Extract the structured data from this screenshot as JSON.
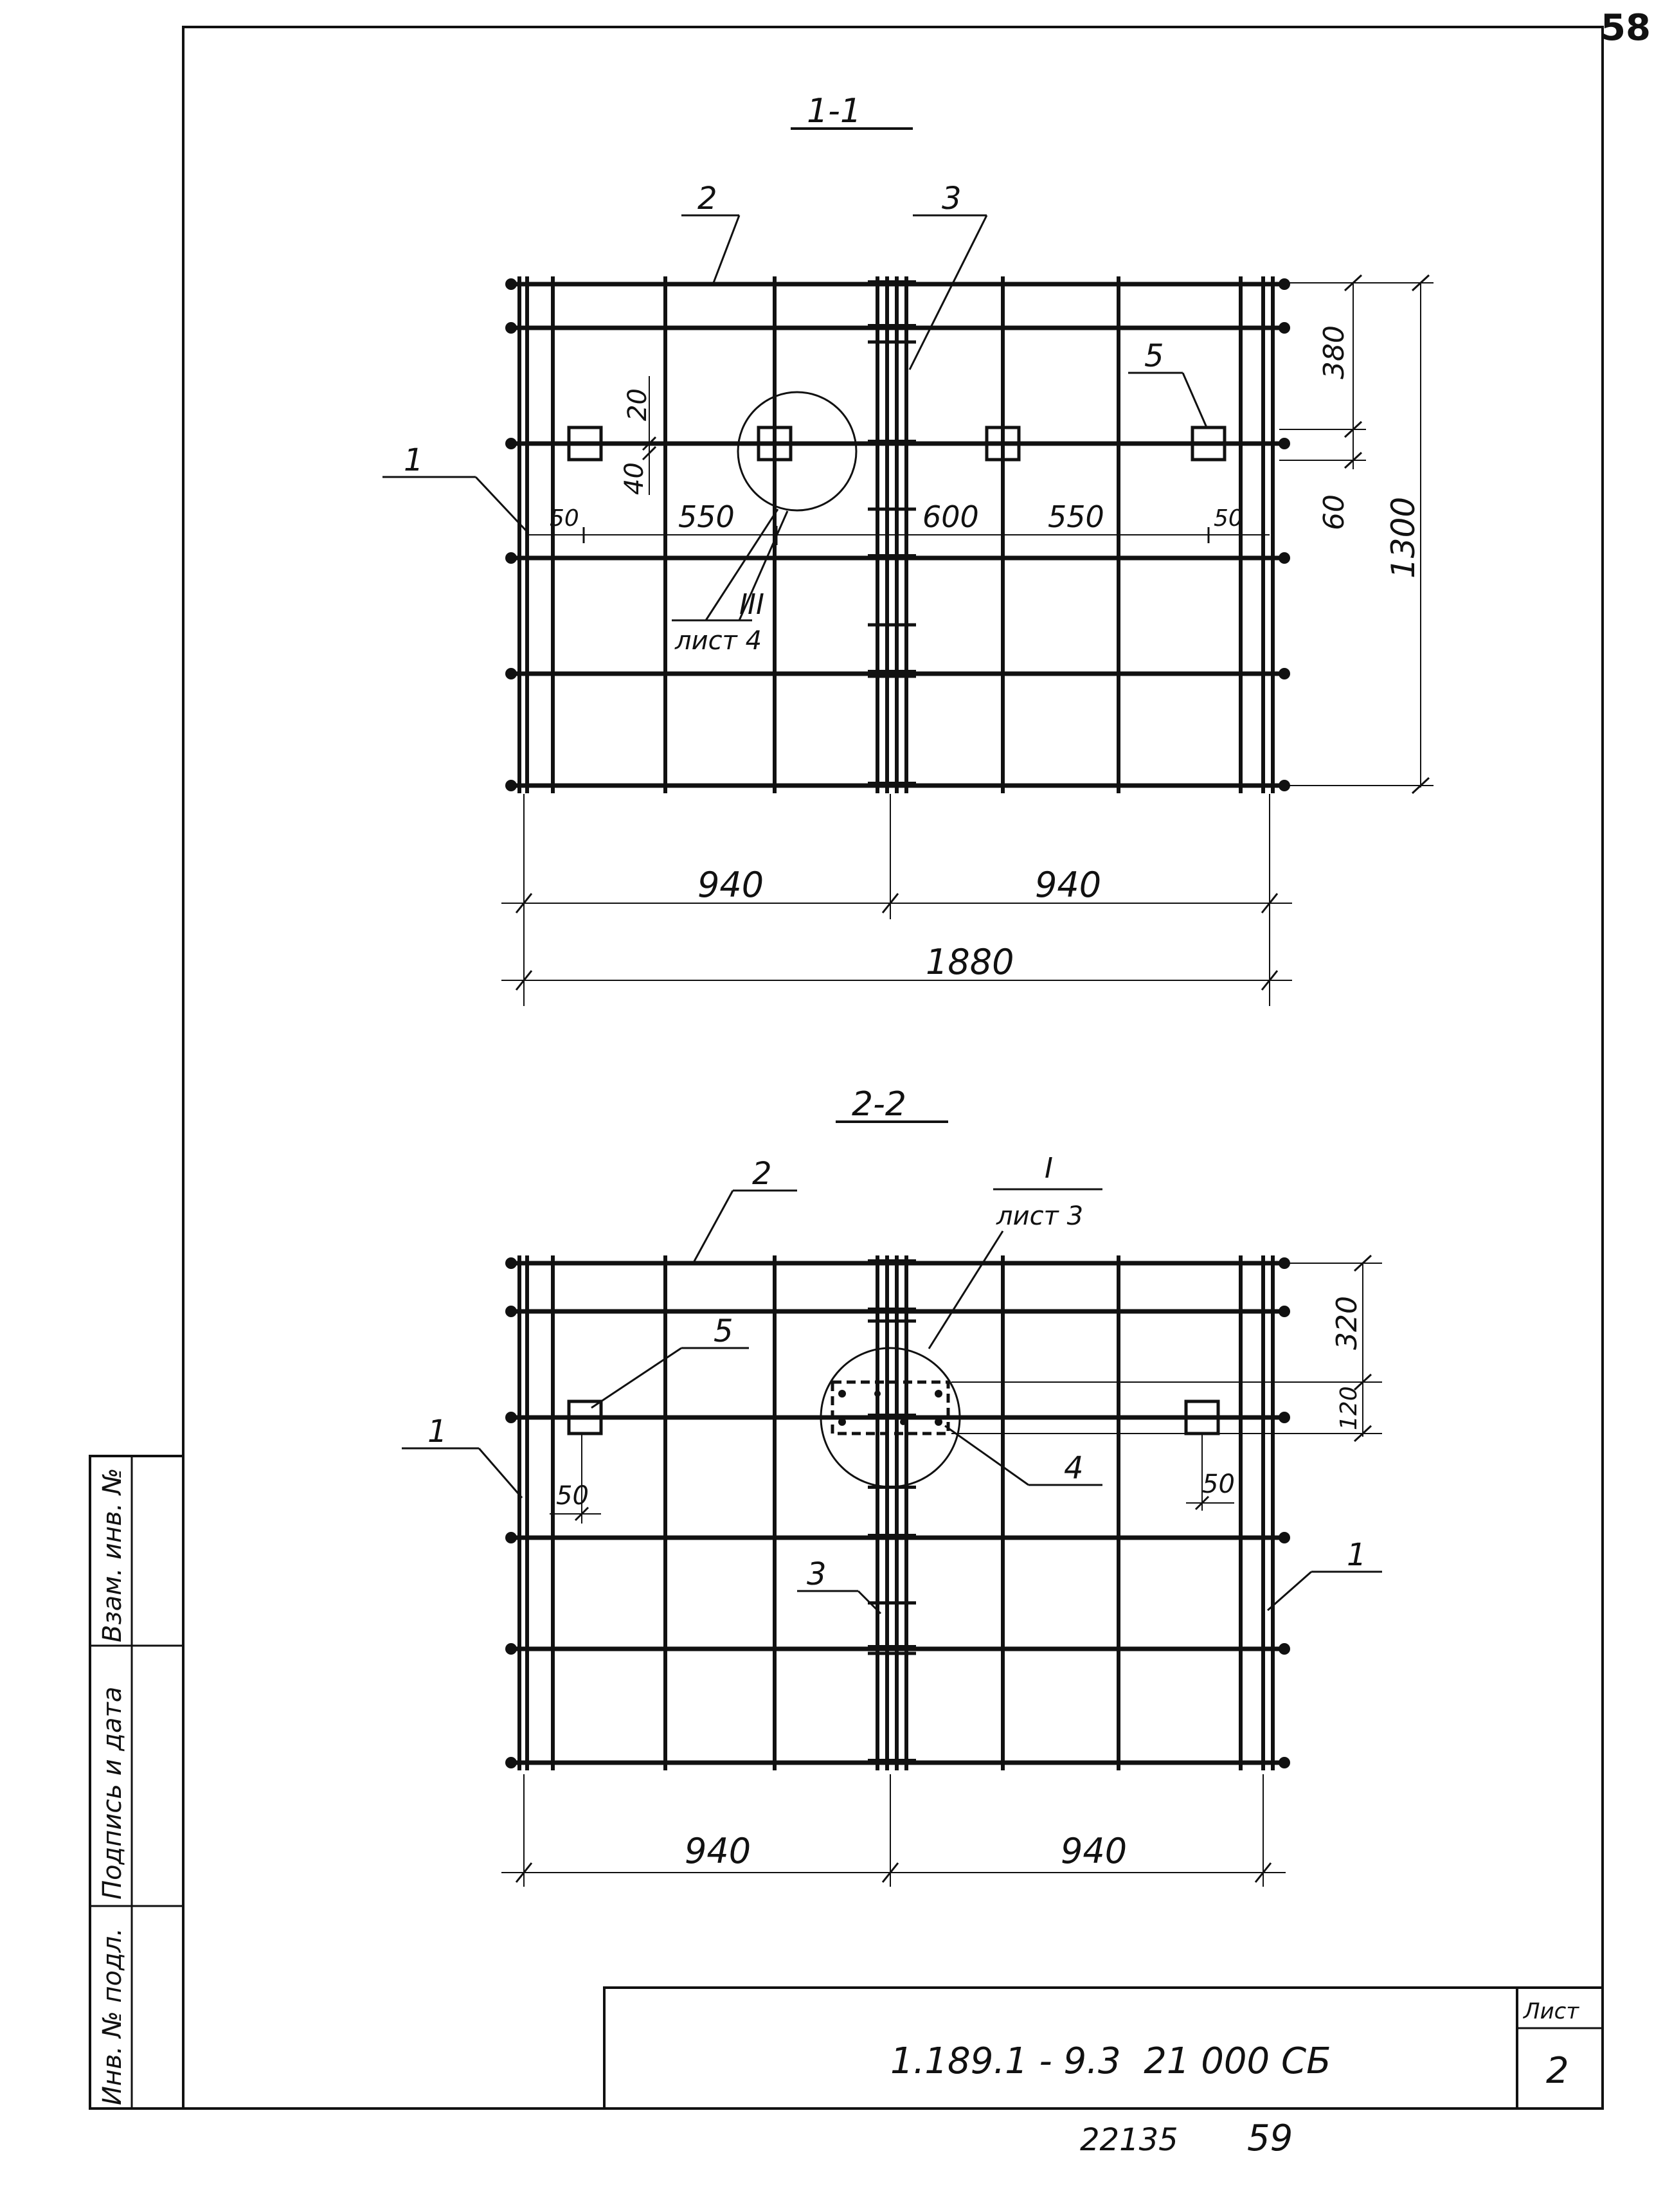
{
  "page_number": "58",
  "section_1": {
    "title": "1-1",
    "callouts": [
      "2",
      "3",
      "1",
      "5"
    ],
    "detail_mark": "III",
    "detail_sheet": "лист 4",
    "dims_h_inner": [
      "50",
      "550",
      "600",
      "550",
      "50"
    ],
    "dims_v_small": [
      "20",
      "40"
    ],
    "dims_v_right": [
      "380",
      "60"
    ],
    "dim_total_height": "1300",
    "dims_half": [
      "940",
      "940"
    ],
    "dim_total_width": "1880"
  },
  "section_2": {
    "title": "2-2",
    "callouts": [
      "2",
      "5",
      "1",
      "3",
      "4",
      "1"
    ],
    "detail_mark": "I",
    "detail_sheet": "лист 3",
    "dims_small": [
      "50",
      "50"
    ],
    "dims_v_right": [
      "320",
      "120"
    ],
    "dims_half": [
      "940",
      "940"
    ]
  },
  "side_stamp": {
    "labels": [
      "Инв. № подл.",
      "Подпись и дата",
      "Взам. инв. №"
    ]
  },
  "title_block": {
    "designation": "1.189.1 - 9.3  21 000 СБ",
    "sheet_label": "Лист",
    "sheet_number": "2"
  },
  "footer": {
    "archive_number": "22135",
    "page": "59"
  }
}
